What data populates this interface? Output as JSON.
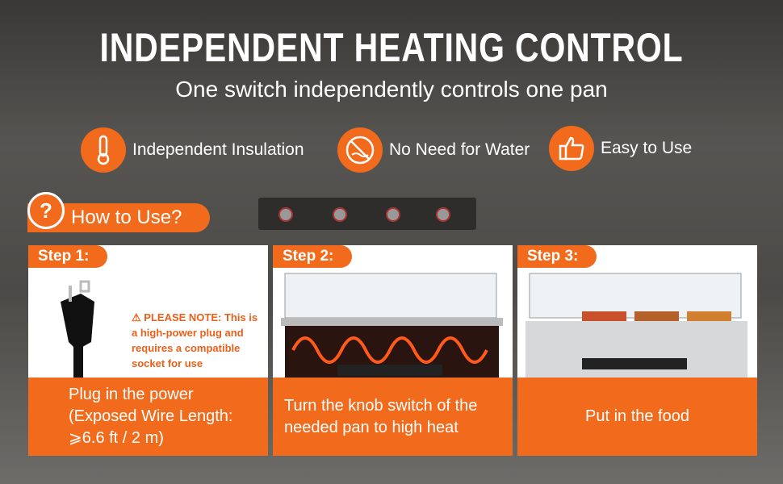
{
  "header": {
    "title": "INDEPENDENT HEATING CONTROL",
    "subtitle": "One switch independently controls one pan"
  },
  "features": [
    {
      "icon": "thermometer-icon",
      "label": "Independent Insulation"
    },
    {
      "icon": "no-water-icon",
      "label": "No Need for Water"
    },
    {
      "icon": "thumbs-up-icon",
      "label": "Easy to Use"
    }
  ],
  "how_to": {
    "icon": "question-icon",
    "label": "How to Use?"
  },
  "steps": [
    {
      "label": "Step 1:",
      "caption_lines": [
        "Plug in the power",
        "(Exposed Wire Length:",
        "⩾6.6 ft / 2 m)"
      ],
      "note": "PLEASE NOTE: This is a high-power plug and requires a compatible socket for use"
    },
    {
      "label": "Step 2:",
      "caption_lines": [
        "Turn the knob switch of the",
        "needed pan to high heat"
      ]
    },
    {
      "label": "Step 3:",
      "caption_lines": [
        "Put in the food"
      ]
    }
  ],
  "colors": {
    "accent": "#f26a1b"
  }
}
